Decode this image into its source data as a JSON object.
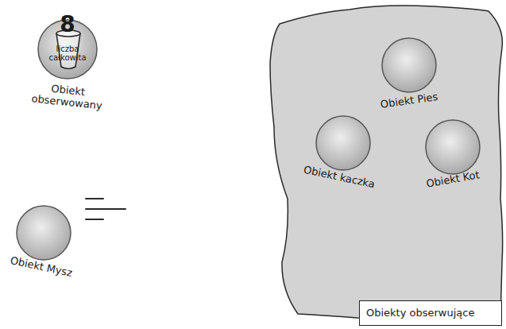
{
  "diagram": {
    "nodes": [
      {
        "text": [
          "8",
          "liczba całkowita",
          "Obiekt obserwowany"
        ]
      },
      {
        "text": [
          "Obiekt Mysz"
        ]
      },
      {
        "text": [
          "Obiekty obserwujące"
        ]
      },
      {
        "text": [
          "Obiekt Pies"
        ],
        "in": 2
      },
      {
        "text": [
          "Obiekt kaczka"
        ],
        "in": 2
      },
      {
        "text": [
          "Obiekt Kot"
        ],
        "in": 2
      }
    ]
  }
}
